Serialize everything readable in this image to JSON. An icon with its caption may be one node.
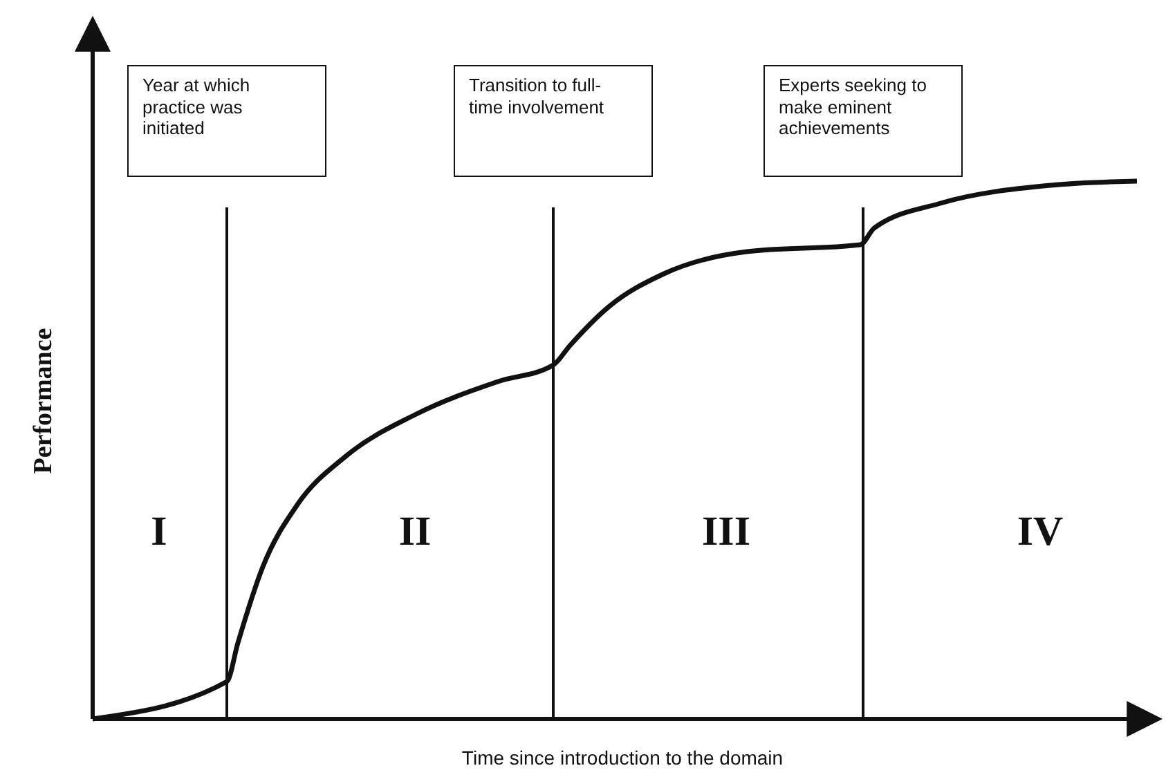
{
  "diagram": {
    "nodes": [
      {
        "text": [
          "Year at which practice was initiated"
        ]
      },
      {
        "text": [
          "Transition to full-time involvement"
        ]
      },
      {
        "text": [
          "Experts seeking to make eminent achievements"
        ]
      }
    ],
    "labels": [
      "Performance",
      "I",
      "II",
      "III",
      "IV",
      "Time since introduction to the domain"
    ]
  }
}
